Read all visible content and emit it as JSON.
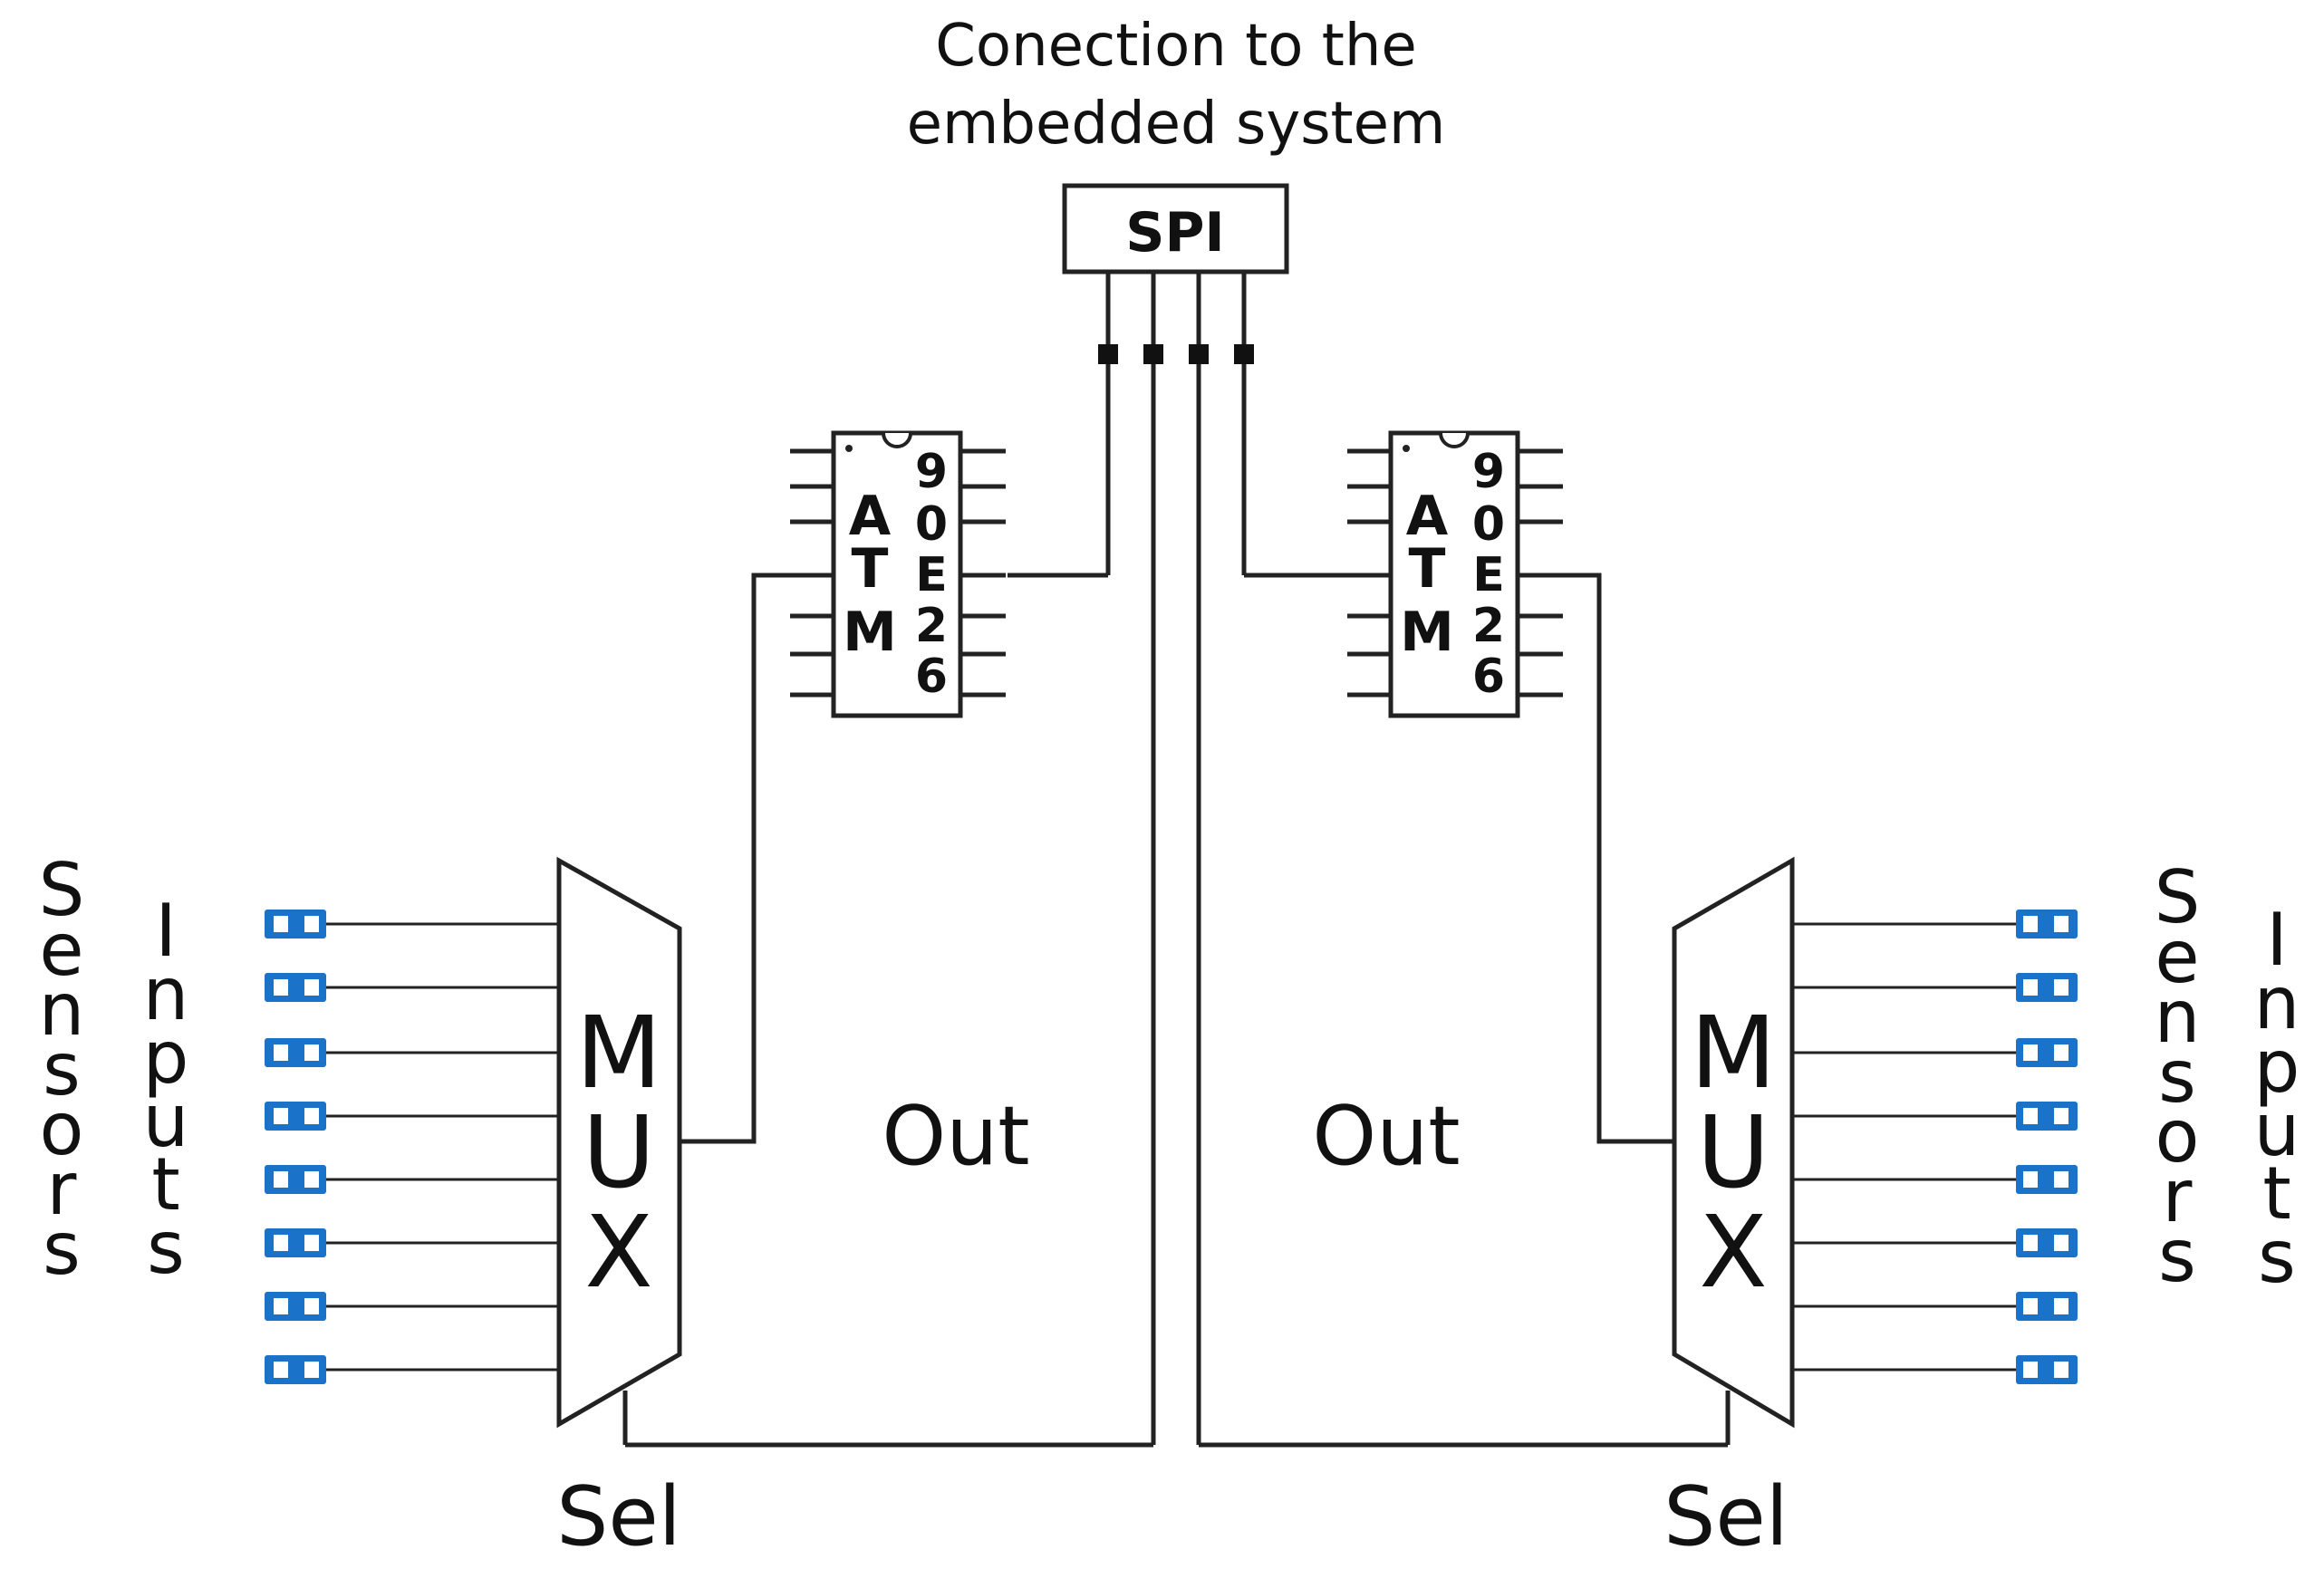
{
  "header": {
    "line1": "Conection to the",
    "line2": "embedded system"
  },
  "spi": {
    "label": "SPI"
  },
  "chips": [
    {
      "side": "left",
      "left_col": [
        "A",
        "T",
        "M"
      ],
      "right_col": [
        "9",
        "0",
        "E",
        "2",
        "6"
      ]
    },
    {
      "side": "right",
      "left_col": [
        "A",
        "T",
        "M"
      ],
      "right_col": [
        "9",
        "0",
        "E",
        "2",
        "6"
      ]
    }
  ],
  "mux": [
    {
      "side": "left",
      "letters": [
        "M",
        "U",
        "X"
      ],
      "out_label": "Out",
      "sel_label": "Sel",
      "sensors_label": "Sensors",
      "inputs_label": "Inputs",
      "input_count": 8
    },
    {
      "side": "right",
      "letters": [
        "M",
        "U",
        "X"
      ],
      "out_label": "Out",
      "sel_label": "Sel",
      "sensors_label": "Sensors",
      "inputs_label": "Inputs",
      "input_count": 8
    }
  ],
  "colors": {
    "connector": "#1a73c8",
    "line": "#222222"
  }
}
